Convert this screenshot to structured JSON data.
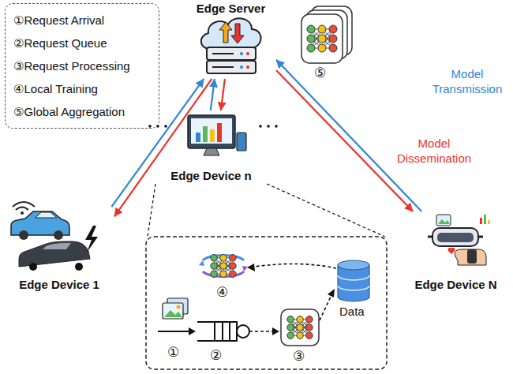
{
  "diagram": {
    "nodes": [
      {
        "text": [
          "①Request Arrival",
          "②Request Queue",
          "③Request Processing",
          "④Local Training",
          "⑤Global Aggregation"
        ]
      },
      {
        "text": [
          "Edge Server"
        ]
      },
      {
        "text": [
          "Edge Device 1"
        ]
      },
      {
        "text": [
          "Edge Device n"
        ]
      },
      {
        "text": [
          "Edge Device N"
        ]
      }
    ],
    "edges": [
      {
        "from": 2,
        "to": 1,
        "arrow": "to"
      },
      {
        "from": 1,
        "to": 2,
        "arrow": "to"
      },
      {
        "from": 3,
        "to": 1,
        "arrow": "to"
      },
      {
        "from": 1,
        "to": 3,
        "arrow": "to"
      },
      {
        "from": 4,
        "to": 1,
        "arrow": "to",
        "label": "Model Transmission"
      },
      {
        "from": 1,
        "to": 4,
        "arrow": "to",
        "label": "Model Dissemination"
      }
    ],
    "labels": [
      "⑤",
      "④",
      "①",
      "②",
      "③",
      "Data"
    ]
  }
}
